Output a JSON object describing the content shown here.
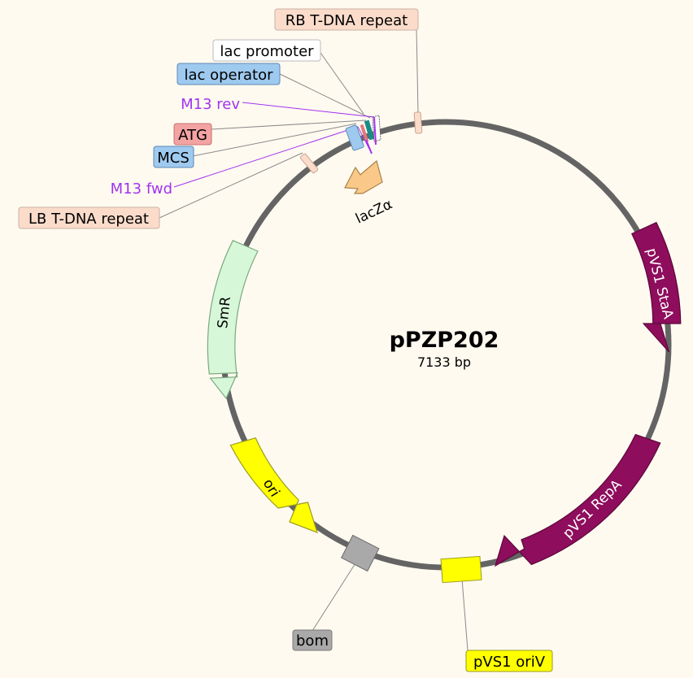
{
  "plasmid": {
    "name": "pPZP202",
    "size_label": "7133 bp"
  },
  "colors": {
    "backbone": "#646464",
    "background": "#fffaf0",
    "lacZa": "#fac98a",
    "pvs1_stat": "#8e0d5c",
    "pvs1_repa": "#8e0d5c",
    "smr": "#d6f7d8",
    "ori": "#ffff00",
    "oriv": "#ffff00",
    "bom": "#a9a9a9",
    "tdna_repeat": "#fbdccb",
    "lac_operator": "#9fcaf0",
    "mcs": "#9fcaf0",
    "atg": "#f4a3a3",
    "m13_primer": "#a133f0"
  },
  "arrow_features": [
    {
      "id": "pvs1-stat",
      "label": "pVS1 StaA"
    },
    {
      "id": "pvs1-repa",
      "label": "pVS1 RepA"
    },
    {
      "id": "smr",
      "label": "SmR"
    },
    {
      "id": "ori",
      "label": "ori"
    },
    {
      "id": "lacza",
      "label": "lacZα"
    }
  ],
  "callout_labels": {
    "rb_tdna": "RB T-DNA repeat",
    "lac_promoter": "lac promoter",
    "lac_operator": "lac operator",
    "m13_rev": "M13 rev",
    "atg": "ATG",
    "mcs": "MCS",
    "m13_fwd": "M13 fwd",
    "lb_tdna": "LB T-DNA repeat",
    "bom": "bom",
    "pvs1_oriv": "pVS1 oriV"
  }
}
